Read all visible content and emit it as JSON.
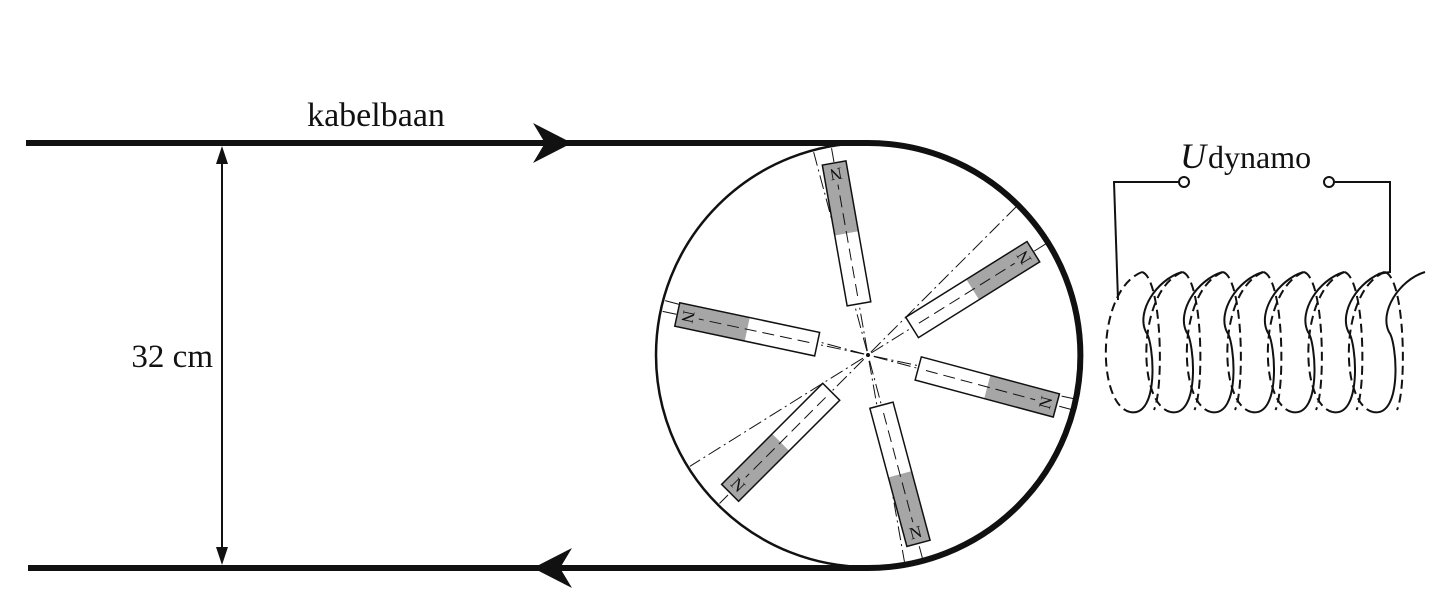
{
  "labels": {
    "track": "kabelbaan",
    "distance": "32 cm",
    "voltage_symbol": "U",
    "voltage_subscript": "dynamo"
  },
  "magnets": [
    {
      "angle_deg": -100,
      "pole": "N"
    },
    {
      "angle_deg": -32,
      "pole": "N"
    },
    {
      "angle_deg": 15,
      "pole": "N"
    },
    {
      "angle_deg": 75,
      "pole": "N"
    },
    {
      "angle_deg": 135,
      "pole": "N"
    },
    {
      "angle_deg": -168,
      "pole": "N"
    }
  ],
  "coil": {
    "turns": 7
  },
  "colors": {
    "line": "#111111",
    "magnet_north": "#a6a6a6",
    "magnet_south": "#ffffff",
    "background": "#ffffff"
  }
}
